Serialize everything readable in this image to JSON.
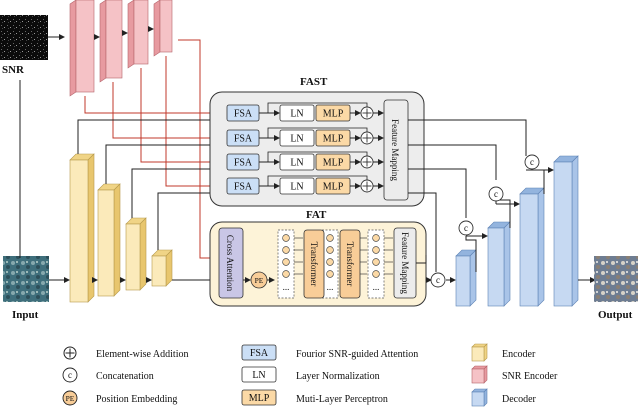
{
  "labels": {
    "snr": "SNR",
    "input": "Input",
    "output": "Output",
    "fast_title": "FAST",
    "fat_title": "FAT"
  },
  "fast": {
    "rows": [
      {
        "fsa": "FSA",
        "ln": "LN",
        "mlp": "MLP"
      },
      {
        "fsa": "FSA",
        "ln": "LN",
        "mlp": "MLP"
      },
      {
        "fsa": "FSA",
        "ln": "LN",
        "mlp": "MLP"
      },
      {
        "fsa": "FSA",
        "ln": "LN",
        "mlp": "MLP"
      }
    ],
    "feature_mapping": "Feature Mapping"
  },
  "fat": {
    "cross_attention": "Cross Attention",
    "pe": "PE",
    "transformer_1": "Transformer",
    "transformer_2": "Transformer",
    "feature_mapping": "Feature Mapping",
    "dots": "..."
  },
  "concat_symbol": "c",
  "legend": [
    {
      "symbol": "plus",
      "text": "Element-wise Addition"
    },
    {
      "symbol": "FSA",
      "text": "Fourior SNR-guided Attention"
    },
    {
      "symbol": "encoder",
      "text": "Encoder"
    },
    {
      "symbol": "c",
      "text": "Concatenation"
    },
    {
      "symbol": "LN",
      "text": "Layer Normalization"
    },
    {
      "symbol": "snr-encoder",
      "text": "SNR Encoder"
    },
    {
      "symbol": "PE",
      "text": "Position Embedding"
    },
    {
      "symbol": "MLP",
      "text": "Muti-Layer Perceptron"
    },
    {
      "symbol": "decoder",
      "text": "Decoder"
    }
  ],
  "colors": {
    "encoder_face": "#fbeaba",
    "encoder_side": "#f0d486",
    "snr_face": "#f5c2c6",
    "snr_side": "#e79aa0",
    "decoder_face": "#c6d9f2",
    "decoder_side": "#93b4de",
    "fsa_fill": "#cbdff6",
    "mlp_fill": "#fbd9a6",
    "fat_bg": "#fdf3d8",
    "fast_bg": "#ededed",
    "cross_fill": "#c9c6e6",
    "transformer_fill": "#f8cd98",
    "arrow_red": "#c0392b"
  }
}
